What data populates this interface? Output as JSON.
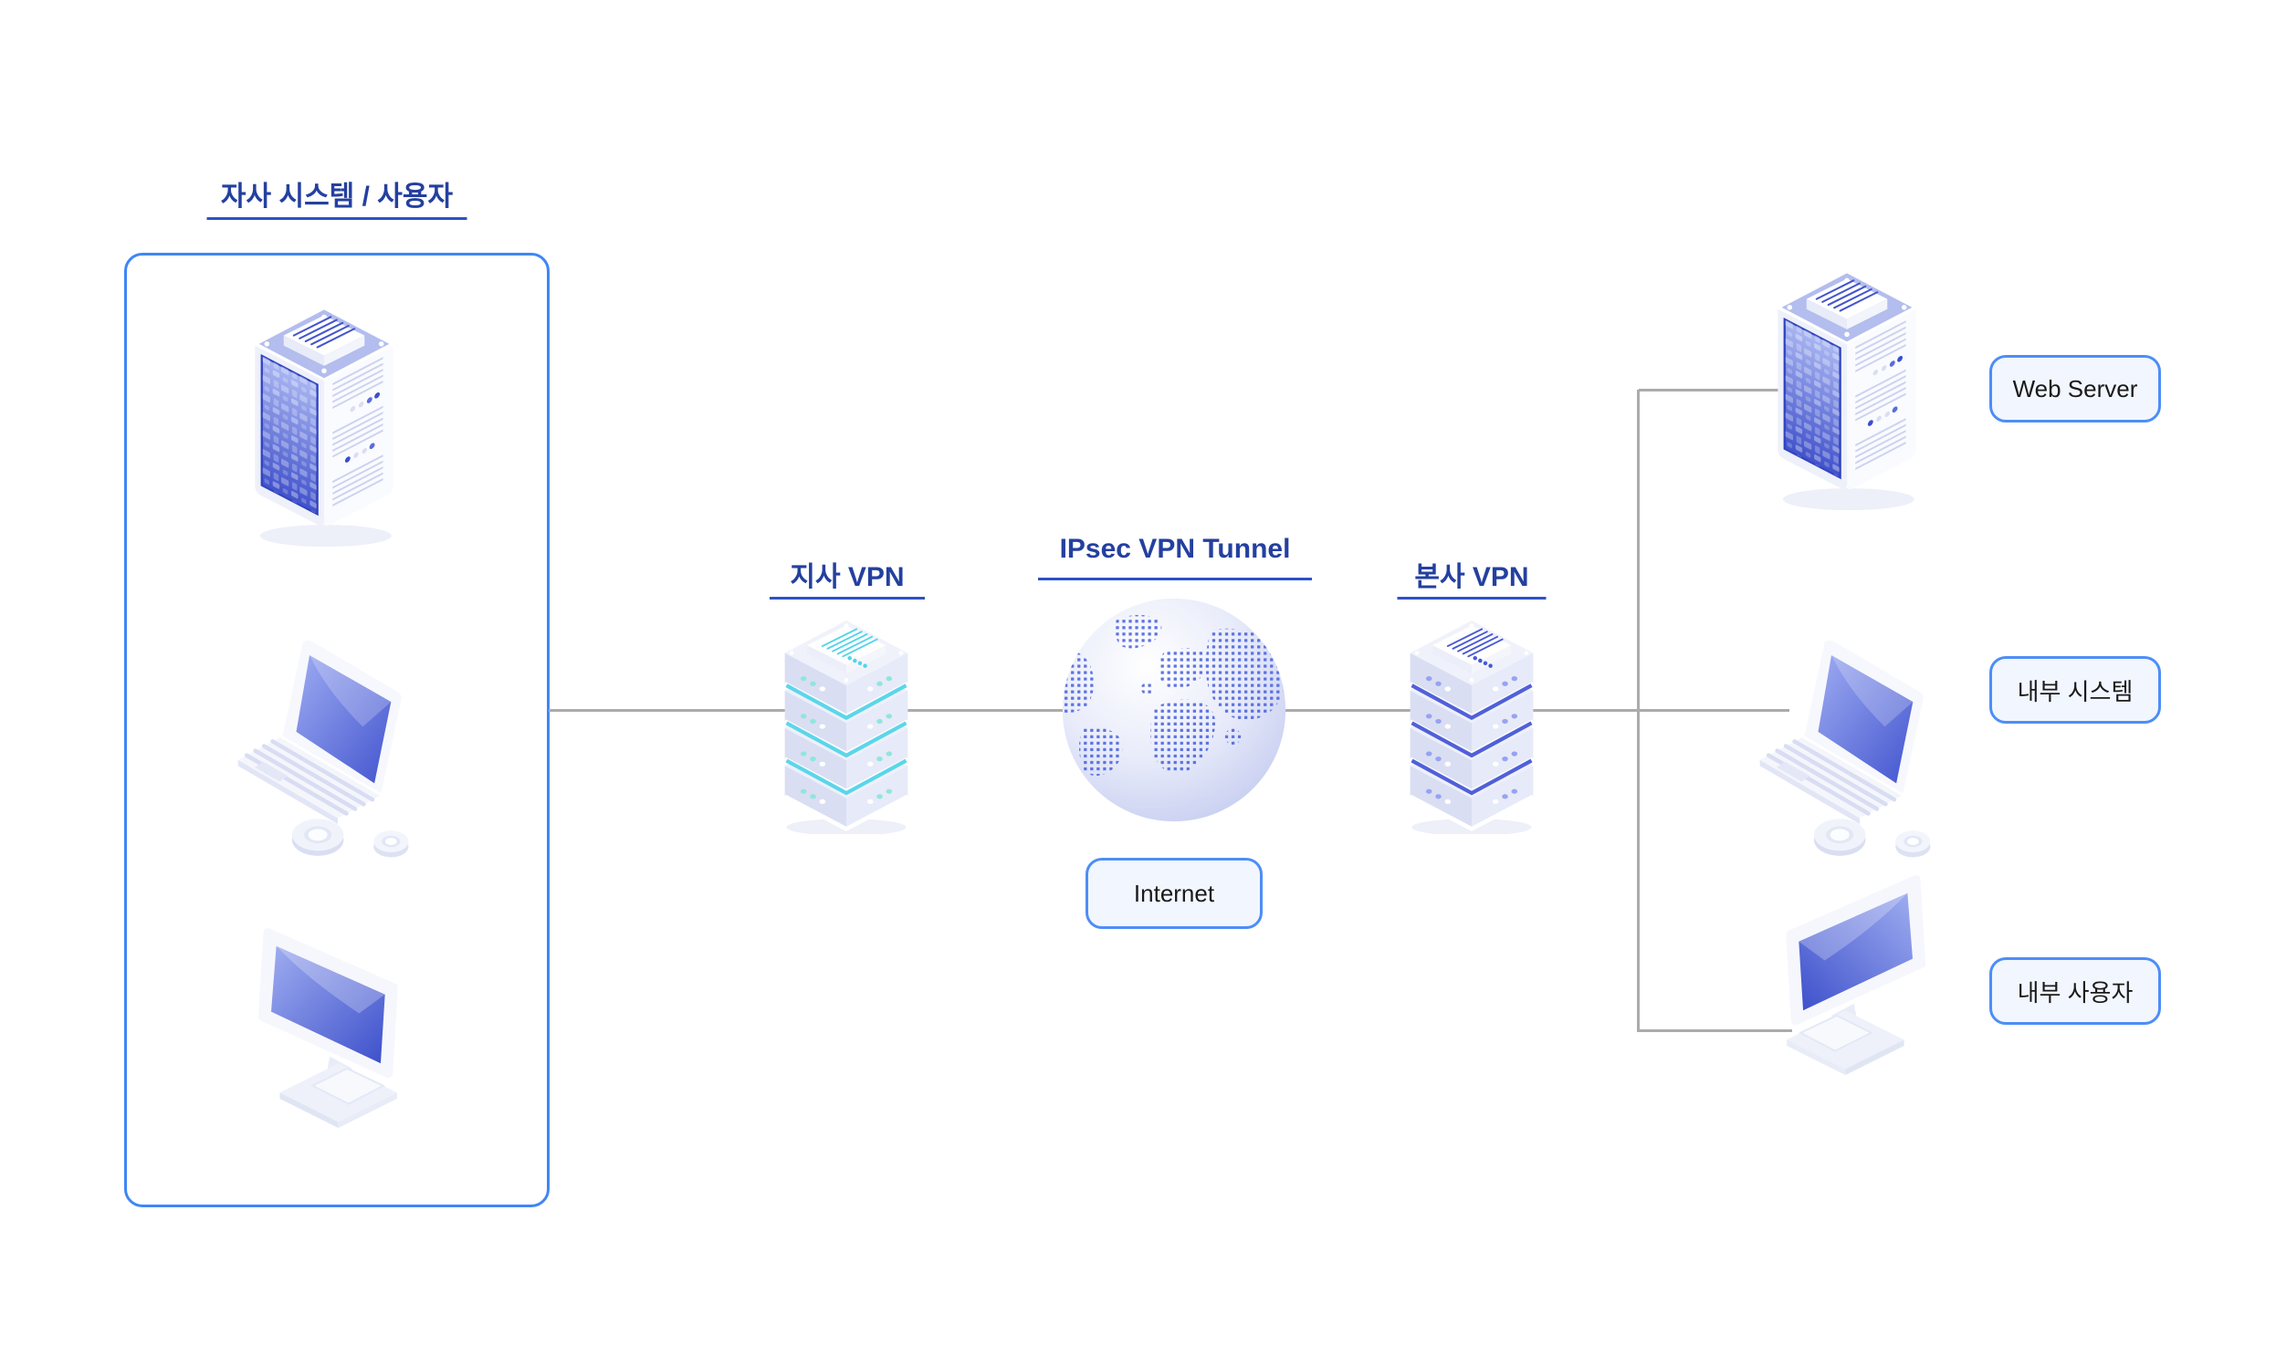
{
  "colors": {
    "heading": "#24409f",
    "underline": "#2e52c5",
    "box-border": "#3f86f6",
    "badge-border": "#4d8ef7",
    "badge-bg": "#f2f6fe",
    "badge-text": "#1a1a1a",
    "line": "#ababab",
    "stack-cyan": "#54d4e8",
    "stack-blue": "#4758d8"
  },
  "left_group": {
    "title": "자사 시스템 / 사용자",
    "icons": [
      "server-tower-illustration",
      "laptop-gears-illustration",
      "monitor-illustration"
    ]
  },
  "labels": {
    "branch_vpn": "지사 VPN",
    "ipsec_tunnel": "IPsec VPN Tunnel",
    "hq_vpn": "본사 VPN"
  },
  "internet_badge": "Internet",
  "right_nodes": {
    "web_server": "Web Server",
    "internal_system": "내부 시스템",
    "internal_user": "내부 사용자"
  },
  "center_icons": [
    "branch-vpn-stack-illustration",
    "globe-internet-illustration",
    "hq-vpn-stack-illustration"
  ]
}
